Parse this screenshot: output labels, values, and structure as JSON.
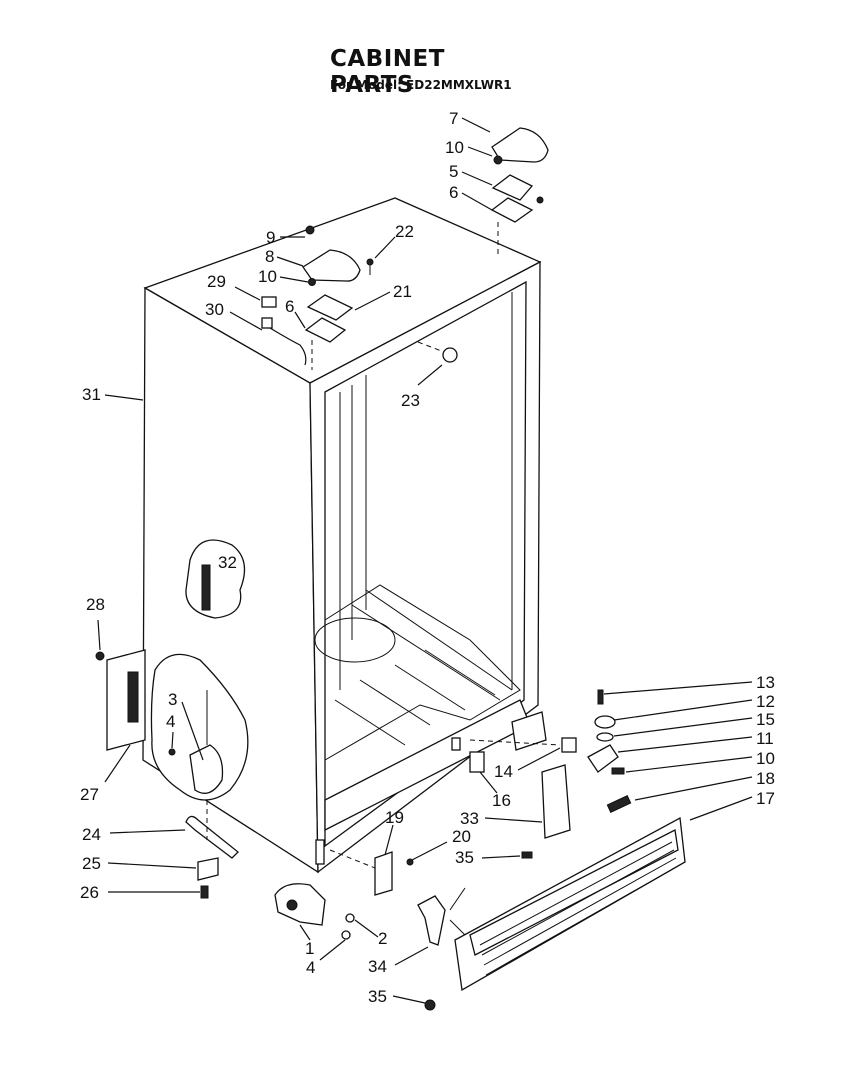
{
  "header": {
    "title": "CABINET PARTS",
    "subtitle": "For Model: ED22MMXLWR1"
  },
  "callouts": [
    {
      "label": "7"
    },
    {
      "label": "10"
    },
    {
      "label": "5"
    },
    {
      "label": "6"
    },
    {
      "label": "9"
    },
    {
      "label": "22"
    },
    {
      "label": "8"
    },
    {
      "label": "10"
    },
    {
      "label": "29"
    },
    {
      "label": "21"
    },
    {
      "label": "30"
    },
    {
      "label": "6"
    },
    {
      "label": "23"
    },
    {
      "label": "31"
    },
    {
      "label": "32"
    },
    {
      "label": "28"
    },
    {
      "label": "3"
    },
    {
      "label": "4"
    },
    {
      "label": "27"
    },
    {
      "label": "13"
    },
    {
      "label": "12"
    },
    {
      "label": "15"
    },
    {
      "label": "11"
    },
    {
      "label": "10"
    },
    {
      "label": "14"
    },
    {
      "label": "16"
    },
    {
      "label": "18"
    },
    {
      "label": "17"
    },
    {
      "label": "19"
    },
    {
      "label": "33"
    },
    {
      "label": "20"
    },
    {
      "label": "35"
    },
    {
      "label": "24"
    },
    {
      "label": "25"
    },
    {
      "label": "26"
    },
    {
      "label": "1"
    },
    {
      "label": "2"
    },
    {
      "label": "4"
    },
    {
      "label": "34"
    },
    {
      "label": "35"
    }
  ]
}
